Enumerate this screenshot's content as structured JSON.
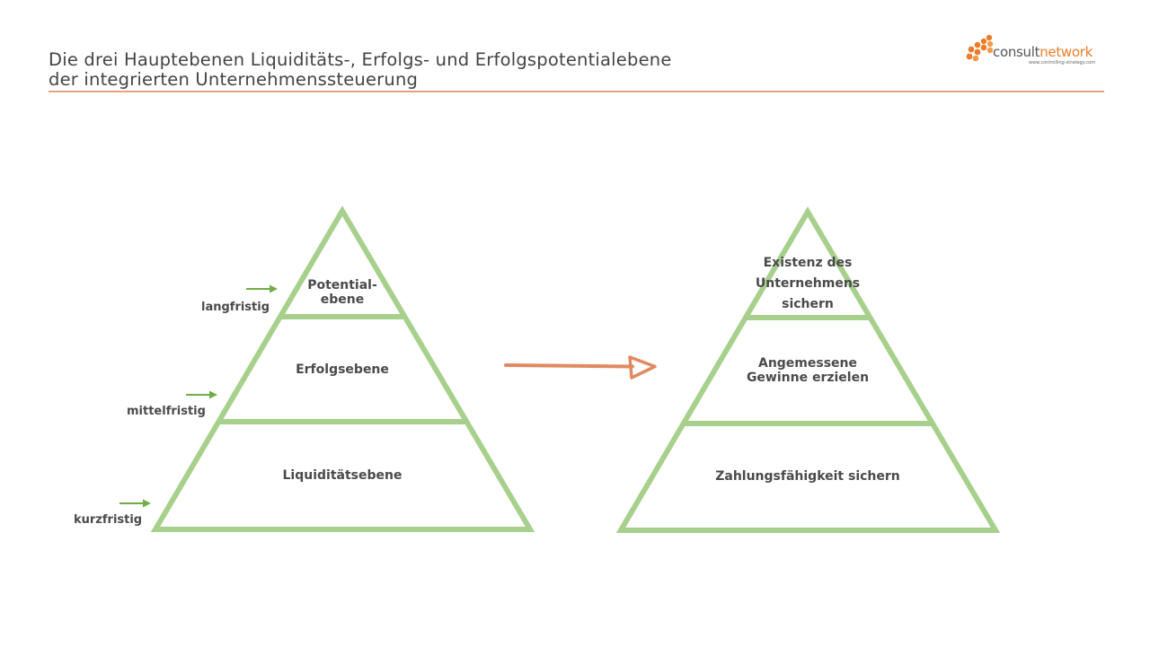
{
  "header": {
    "title_line1": "Die drei Hauptebenen Liquiditäts-, Erfolgs- und Erfolgspotentialebene",
    "title_line2": "der integrierten Unternehmenssteuerung"
  },
  "logo": {
    "name_part1": "consult",
    "name_part2": "network",
    "url": "www.controlling-strategy.com"
  },
  "left_pyramid": {
    "levels": {
      "top": "Potential-\nebene",
      "middle": "Erfolgsebene",
      "bottom": "Liquiditätsebene"
    },
    "horizons": {
      "top": "langfristig",
      "middle": "mittelfristig",
      "bottom": "kurzfristig"
    }
  },
  "right_pyramid": {
    "levels": {
      "top": "Existenz des\nUnternehmens\nsichern",
      "middle": "Angemessene\nGewinne erzielen",
      "bottom": "Zahlungsfähigkeit sichern"
    }
  },
  "colors": {
    "pyramid_stroke": "#a8d08d",
    "horizon_arrow": "#70ad47",
    "transition_arrow": "#e08a62",
    "title_rule": "#e0a47e",
    "text": "#4a4a4a"
  },
  "icons": {
    "logo_mark": "orange-dot-cluster-icon",
    "horizon_arrow": "arrow-right-icon",
    "transition_arrow": "large-arrow-right-icon"
  }
}
